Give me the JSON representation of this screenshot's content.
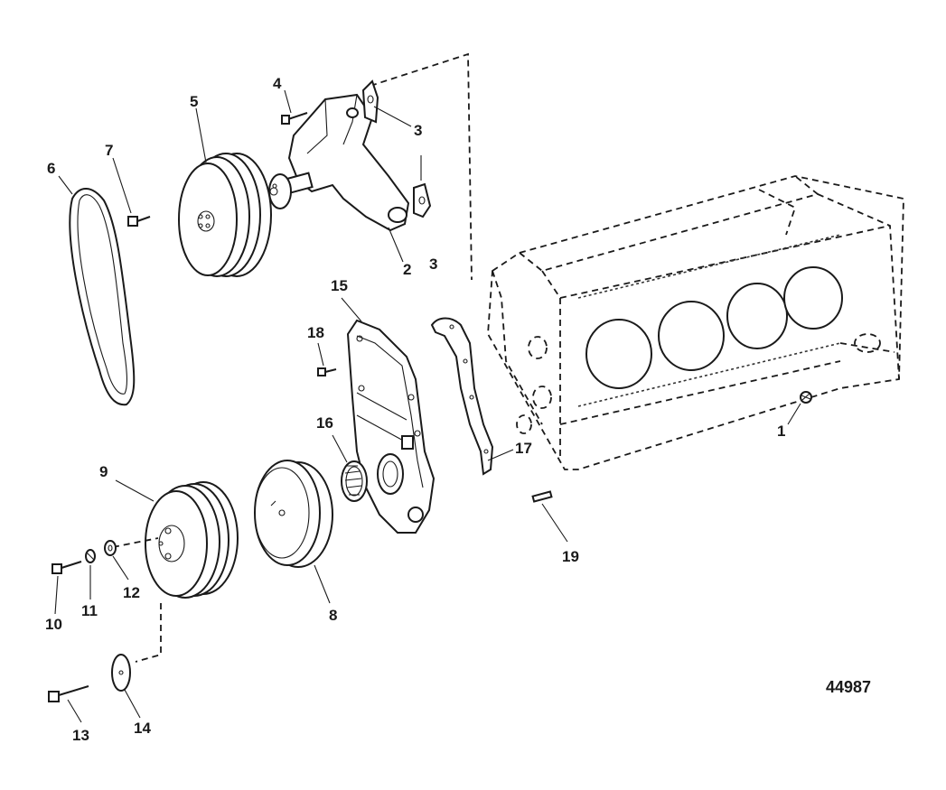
{
  "diagram": {
    "figure_number": "44987",
    "callouts": {
      "c1": "1",
      "c2": "2",
      "c3a": "3",
      "c3b": "3",
      "c4": "4",
      "c5": "5",
      "c6": "6",
      "c7": "7",
      "c8": "8",
      "c9": "9",
      "c10": "10",
      "c11": "11",
      "c12": "12",
      "c13": "13",
      "c14": "14",
      "c15": "15",
      "c16": "16",
      "c17": "17",
      "c18": "18",
      "c19": "19"
    }
  }
}
